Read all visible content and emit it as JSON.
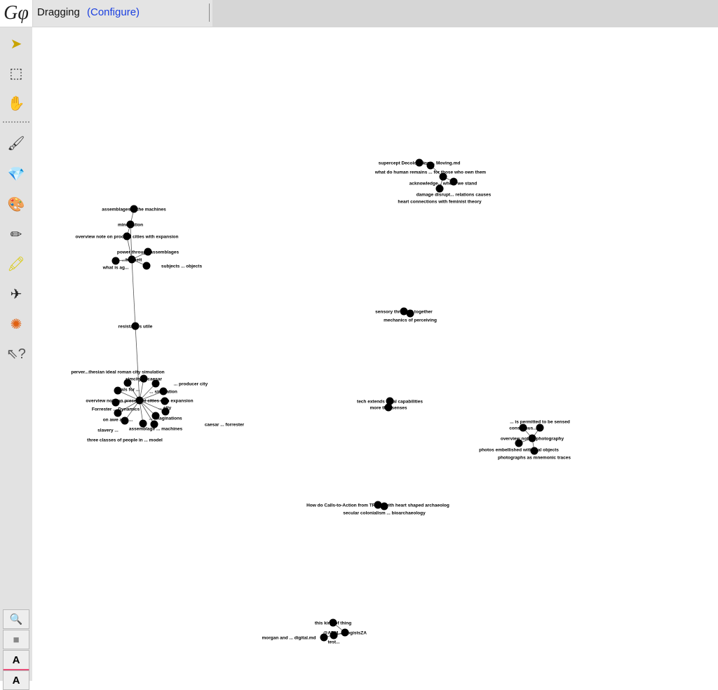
{
  "header": {
    "logo": "Gφ",
    "tool_name": "Dragging",
    "configure_label": "(Configure)"
  },
  "sidebar": {
    "tools": [
      {
        "icon": "select-arrow-icon",
        "glyph": "➤"
      },
      {
        "icon": "rectangle-select-icon",
        "glyph": "⬚"
      },
      {
        "icon": "drag-hand-icon",
        "glyph": "✋"
      },
      {
        "icon": "brush-icon",
        "glyph": "🖌"
      },
      {
        "icon": "diamond-icon",
        "glyph": "💎"
      },
      {
        "icon": "color-painter-icon",
        "glyph": "🎨"
      },
      {
        "icon": "pencil-icon",
        "glyph": "✏"
      },
      {
        "icon": "highlighter-icon",
        "glyph": "🖍"
      },
      {
        "icon": "airplane-icon",
        "glyph": "✈"
      },
      {
        "icon": "sun-icon",
        "glyph": "✺"
      },
      {
        "icon": "help-cursor-icon",
        "glyph": "⇖?"
      }
    ],
    "bottom": [
      {
        "icon": "zoom-center-icon",
        "glyph": "🔍"
      },
      {
        "icon": "node-color-icon",
        "glyph": "■"
      },
      {
        "icon": "label-color-icon",
        "glyph": "A"
      },
      {
        "icon": "label-size-icon",
        "glyph": "A"
      }
    ]
  },
  "graph": {
    "node_color": "#000000",
    "edge_color": "#555555",
    "nodes": [
      "assemblages ... the machines",
      "mine...ation",
      "overview note on proc...al cities with expansion",
      "power through assemblages",
      "...bennett",
      "what is ag...",
      "subjects ... objects",
      "resista... is utile",
      "overview note on precedent cities with expansion",
      "simcity ... caesar",
      "goals for ...",
      "... producer city",
      "perver...thesian ideal roman city simulation",
      "... simulation",
      "Forrester ... Dynamics",
      "... city",
      "on awe and ...",
      "... imaginations",
      "assemblage ... machines",
      "three classes of people in ... model",
      "slavery ...",
      "caesar ... forrester",
      "supercept Decolonizing ... Moving.md",
      "what do human remains ... for those who own them",
      "acknowledge... where we stand",
      "damage disrupt... relations causes",
      "heart connections with feminist theory",
      "sensory thread ... together",
      "mechanics of perceiving",
      "tech extends ...rial capabilities",
      "more th... senses",
      "consensus...",
      "... is permitted to be sensed",
      "overview note... photography",
      "photos embellished with real objects",
      "photographs as mnemonic traces",
      "How do Calls-to-Action from TRC ... with heart shaped archaeolog",
      "secular colonialism ... bioarchaeology",
      "this kind of thing",
      "@ARM... ologistsZA",
      "test...",
      "morgan and ... digital.md"
    ],
    "edges": [
      [
        0,
        1
      ],
      [
        1,
        2
      ],
      [
        1,
        4
      ],
      [
        2,
        4
      ],
      [
        4,
        3
      ],
      [
        4,
        5
      ],
      [
        4,
        6
      ],
      [
        4,
        7
      ],
      [
        7,
        8
      ],
      [
        8,
        9
      ],
      [
        8,
        10
      ],
      [
        8,
        11
      ],
      [
        8,
        12
      ],
      [
        8,
        13
      ],
      [
        8,
        14
      ],
      [
        8,
        15
      ],
      [
        8,
        16
      ],
      [
        8,
        17
      ],
      [
        8,
        18
      ],
      [
        8,
        19
      ],
      [
        8,
        20
      ],
      [
        8,
        21
      ],
      [
        22,
        23
      ],
      [
        23,
        24
      ],
      [
        24,
        25
      ],
      [
        24,
        26
      ],
      [
        27,
        28
      ],
      [
        29,
        30
      ],
      [
        31,
        33
      ],
      [
        32,
        33
      ],
      [
        33,
        34
      ],
      [
        33,
        35
      ],
      [
        36,
        37
      ],
      [
        38,
        39
      ],
      [
        39,
        40
      ],
      [
        39,
        41
      ]
    ]
  }
}
